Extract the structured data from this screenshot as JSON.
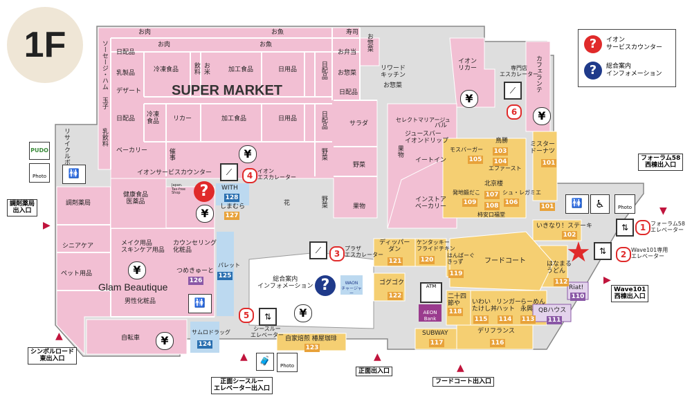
{
  "floor": "1F",
  "legend": {
    "service_counter": "イオン\nサービスカウンター",
    "information": "総合案内\nインフォメーション"
  },
  "supermarket": {
    "title": "SUPER MARKET",
    "sections": [
      "お肉",
      "お魚",
      "寿司",
      "お惣菜",
      "お肉",
      "お魚",
      "お弁当",
      "お惣菜",
      "リワードキッチン",
      "お惣菜",
      "ソーセージ・ハム",
      "玉子",
      "日配品",
      "乳製品",
      "デザート",
      "日配品",
      "ベーカリー",
      "冷凍食品",
      "飲料",
      "お米",
      "加工食品",
      "日用品",
      "日配品",
      "冷凍食品",
      "リカー",
      "加工食品",
      "日用品",
      "日配品",
      "日配品",
      "サラダ",
      "野菜",
      "果物",
      "催事",
      "野菜",
      "花",
      "野菜",
      "乳飲料",
      "リサイクルボックス"
    ]
  },
  "shops": {
    "aeon_liquor": "イオン\nリカー",
    "cafe_lante": "カフェランテ",
    "mister_donut": "ミスター\nドーナツ",
    "select_marriage": "セレクトマリアージュ",
    "juice_bar": "ジュースバー\nイオンドリップ",
    "bal": "バル",
    "fruit": "果物",
    "eat_in": "イートイン",
    "instore_bakery": "インストア\nベーカリー",
    "mos": "モスバーガー",
    "torikatsu": "鳥勝",
    "ebifirst": "エファースト",
    "hokkyoro": "北京楼",
    "sweets": "発地鍛だこ",
    "chou": "シュ・レガミエ",
    "kariyasu": "柿安口福堂",
    "steak": "いきなり！ステーキ",
    "food_court": "フードコート",
    "hanamaru": "はなまる\nうどん",
    "riat": "Riat!",
    "qb": "QBハウス",
    "dippermouth": "ディッパー\nダン",
    "kfc": "ケンタッキー\nフライドチキン",
    "happy": "はんばーぐ\nきっず",
    "gogoko": "ゴグゴク",
    "nijushi": "二十四\n節や",
    "iwai": "いわい\nたけし丼",
    "ringer": "リンガー\nハット",
    "ramen": "らーめん\n永興",
    "subway": "SUBWAY",
    "defrance": "デリフランス",
    "cafe123": "自家焙煎 椿屋珈琲",
    "samuro": "サムロドラッグ",
    "tsumekyu": "つめきゅーと",
    "palette": "パレット",
    "with": "WITH",
    "shimamura": "しまむら",
    "health": "健康食品\n医薬品",
    "chouzai": "調剤薬局",
    "senior": "シニアケア",
    "pet": "ペット用品",
    "make": "メイク用品\nスキンケア用品",
    "counseling": "カウンセリング\n化粧品",
    "glam": "Glam Beautique",
    "mens": "男性化粧品",
    "bicycle": "自転車",
    "aeon_counter": "イオンサービスカウンター",
    "japan_taxfree": "Japan.\nTax-free\nShop",
    "aeon_bank": "AEON\nBank",
    "atm": "ATM"
  },
  "shop_numbers": {
    "n101a": "101",
    "n101b": "101",
    "n102": "102",
    "n103": "103",
    "n104": "104",
    "n105": "105",
    "n106": "106",
    "n107": "107",
    "n108": "108",
    "n109": "109",
    "n110": "110",
    "n111": "111",
    "n112": "112",
    "n113": "113",
    "n114": "114",
    "n115": "115",
    "n116": "116",
    "n117": "117",
    "n118": "118",
    "n119": "119",
    "n120": "120",
    "n121": "121",
    "n122": "122",
    "n123": "123",
    "n124": "124",
    "n125": "125",
    "n126": "126",
    "n127": "127",
    "n128": "128"
  },
  "facilities": {
    "f1": "フォーラム58\nエレベーター",
    "f2": "Wave101専用\nエレベーター",
    "f3": "プラザ\nエスカレーター",
    "f4": "イオン\nエスカレーター",
    "f5": "シースルー\nエレベーター",
    "f6": "専門店\nエスカレーター",
    "info": "総合案内\nインフォメーション",
    "waon": "WAON\nチャージャー",
    "photo": "Photo",
    "pudo": "PUDO"
  },
  "entrances": {
    "forum": "フォーラム58\n西棟出入口",
    "wave": "Wave101\n西棟出入口",
    "chouzai": "調剤薬局\n出入口",
    "symbol": "シンボルロード\n東出入口",
    "seethrough": "正面シースルー\nエレベーター出入口",
    "front": "正面出入口",
    "foodcourt": "フードコート出入口"
  },
  "markers": {
    "m1": "1",
    "m2": "2",
    "m3": "3",
    "m4": "4",
    "m5": "5",
    "m6": "6"
  },
  "colors": {
    "pink": "#f2bfd3",
    "yellow": "#f5cf72",
    "blue": "#bcd9f0",
    "gray": "#bcbcbc",
    "purple": "#8a58a6",
    "orange": "#e8a23a",
    "red": "#e02a2a",
    "navy": "#1f3a8a"
  }
}
